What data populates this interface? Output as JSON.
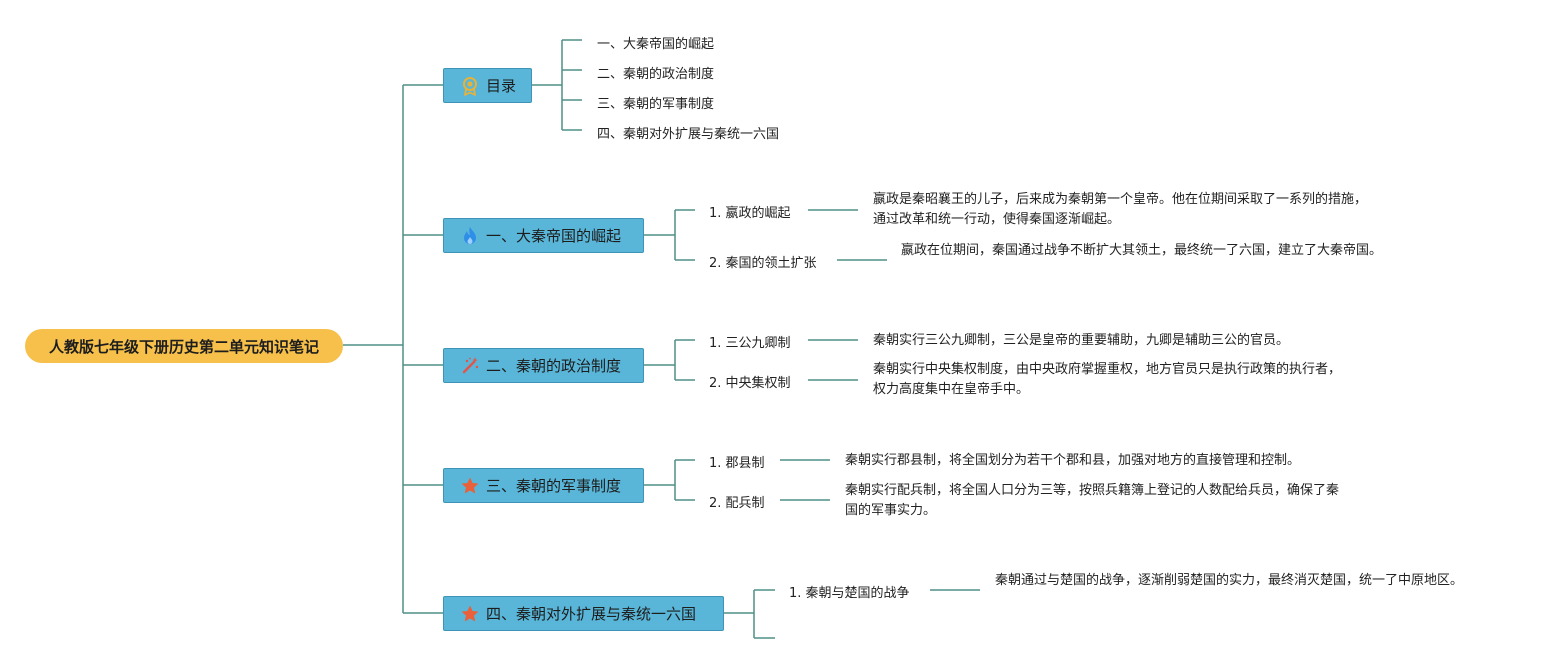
{
  "root": {
    "title": "人教版七年级下册历史第二单元知识笔记"
  },
  "toc": {
    "label": "目录",
    "items": [
      "一、大秦帝国的崛起",
      "二、秦朝的政治制度",
      "三、秦朝的军事制度",
      "四、秦朝对外扩展与秦统一六国"
    ]
  },
  "sections": [
    {
      "label": "一、大秦帝国的崛起",
      "icon": "flame-icon",
      "children": [
        {
          "title": "1. 嬴政的崛起",
          "desc": "嬴政是秦昭襄王的儿子，后来成为秦朝第一个皇帝。他在位期间采取了一系列的措施，通过改革和统一行动，使得秦国逐渐崛起。"
        },
        {
          "title": "2. 秦国的领土扩张",
          "desc": "嬴政在位期间，秦国通过战争不断扩大其领土，最终统一了六国，建立了大秦帝国。"
        }
      ]
    },
    {
      "label": "二、秦朝的政治制度",
      "icon": "magic-wand-icon",
      "children": [
        {
          "title": "1. 三公九卿制",
          "desc": "秦朝实行三公九卿制，三公是皇帝的重要辅助，九卿是辅助三公的官员。"
        },
        {
          "title": "2. 中央集权制",
          "desc": "秦朝实行中央集权制度，由中央政府掌握重权，地方官员只是执行政策的执行者，权力高度集中在皇帝手中。"
        }
      ]
    },
    {
      "label": "三、秦朝的军事制度",
      "icon": "star-icon",
      "children": [
        {
          "title": "1. 郡县制",
          "desc": "秦朝实行郡县制，将全国划分为若干个郡和县，加强对地方的直接管理和控制。"
        },
        {
          "title": "2. 配兵制",
          "desc": "秦朝实行配兵制，将全国人口分为三等，按照兵籍簿上登记的人数配给兵员，确保了秦国的军事实力。"
        }
      ]
    },
    {
      "label": "四、秦朝对外扩展与秦统一六国",
      "icon": "star-icon",
      "children": [
        {
          "title": "1. 秦朝与楚国的战争",
          "desc": "秦朝通过与楚国的战争，逐渐削弱楚国的实力，最终消灭楚国，统一了中原地区。"
        }
      ]
    }
  ],
  "colors": {
    "root_fill": "#f6c04a",
    "branch_fill": "#59b6d9",
    "connector": "#4f8f86",
    "medal_icon": "#e6b33a",
    "flame_icon": "#2f8fe8",
    "wand_icon": "#e2554a",
    "star_icon": "#e8613a"
  }
}
